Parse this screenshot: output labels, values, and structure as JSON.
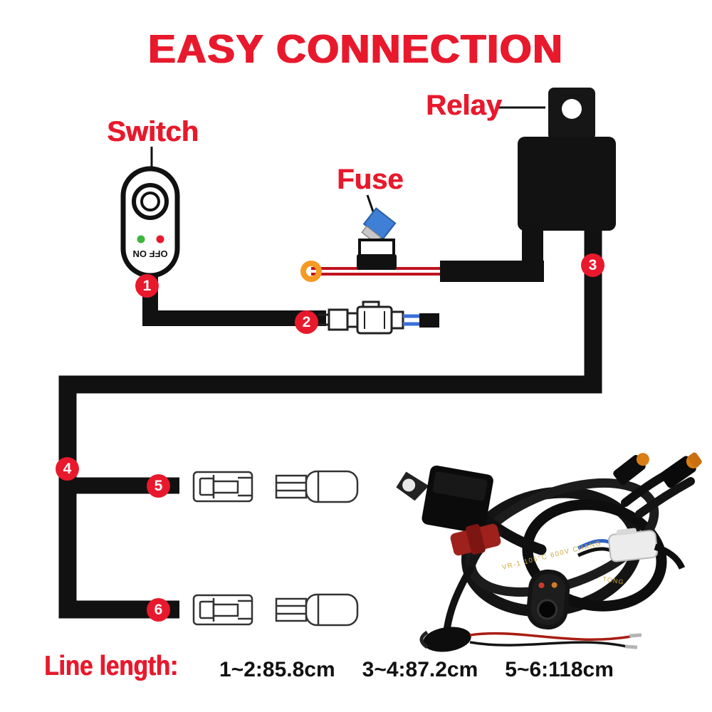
{
  "title": "EASY CONNECTION",
  "component_labels": {
    "switch": "Switch",
    "fuse": "Fuse",
    "relay": "Relay"
  },
  "switch": {
    "label_text": "OFF ON"
  },
  "badges": [
    "1",
    "2",
    "3",
    "4",
    "5",
    "6"
  ],
  "photo": {
    "cable_print": "VR-1 105°C 600V CHANG",
    "cable_print2": "TONG"
  },
  "footer": {
    "label": "Line length:",
    "measurements": [
      "1~2:85.8cm",
      "3~4:87.2cm",
      "5~6:118cm"
    ]
  },
  "colors": {
    "accent": "#e8192c",
    "wire": "#111111",
    "blue_wire": "#3a6fd8",
    "orange": "#f59a23",
    "green_led": "#3db53d"
  }
}
